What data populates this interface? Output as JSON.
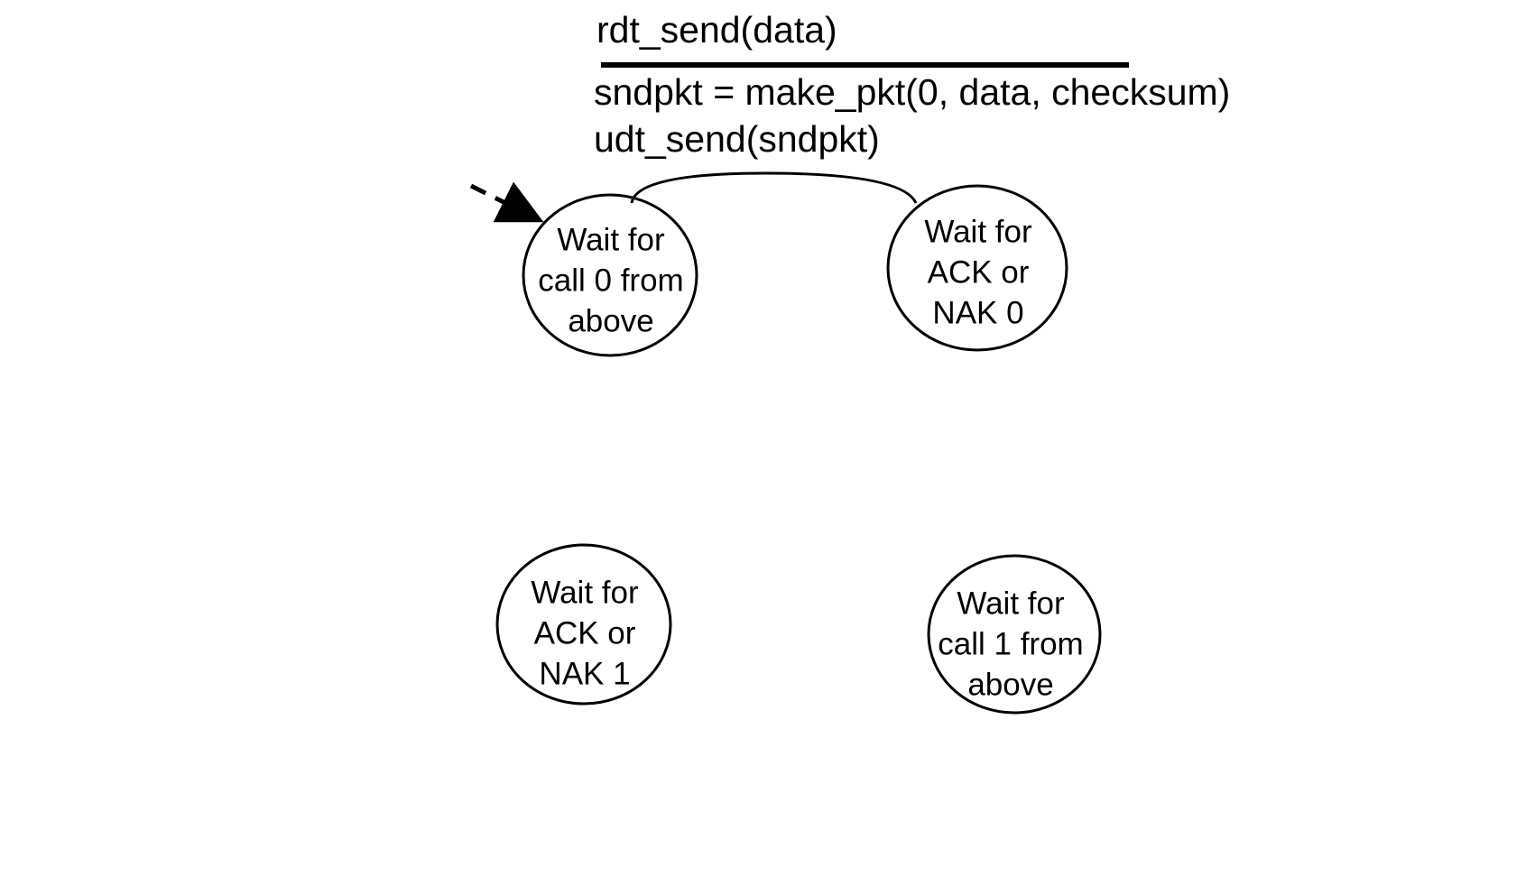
{
  "transition": {
    "event": "rdt_send(data)",
    "actions": [
      "sndpkt = make_pkt(0, data, checksum)",
      "udt_send(sndpkt)"
    ]
  },
  "states": {
    "wait_call_0": {
      "lines": [
        "Wait for",
        "call 0 from",
        "above"
      ],
      "initial": true
    },
    "wait_ack_nak_0": {
      "lines": [
        "Wait for",
        "ACK or",
        "NAK 0"
      ]
    },
    "wait_ack_nak_1": {
      "lines": [
        "Wait for",
        "ACK or",
        "NAK 1"
      ]
    },
    "wait_call_1": {
      "lines": [
        "Wait for",
        "call 1 from",
        "above"
      ]
    }
  },
  "colors": {
    "stroke": "#000000",
    "background": "#ffffff"
  }
}
